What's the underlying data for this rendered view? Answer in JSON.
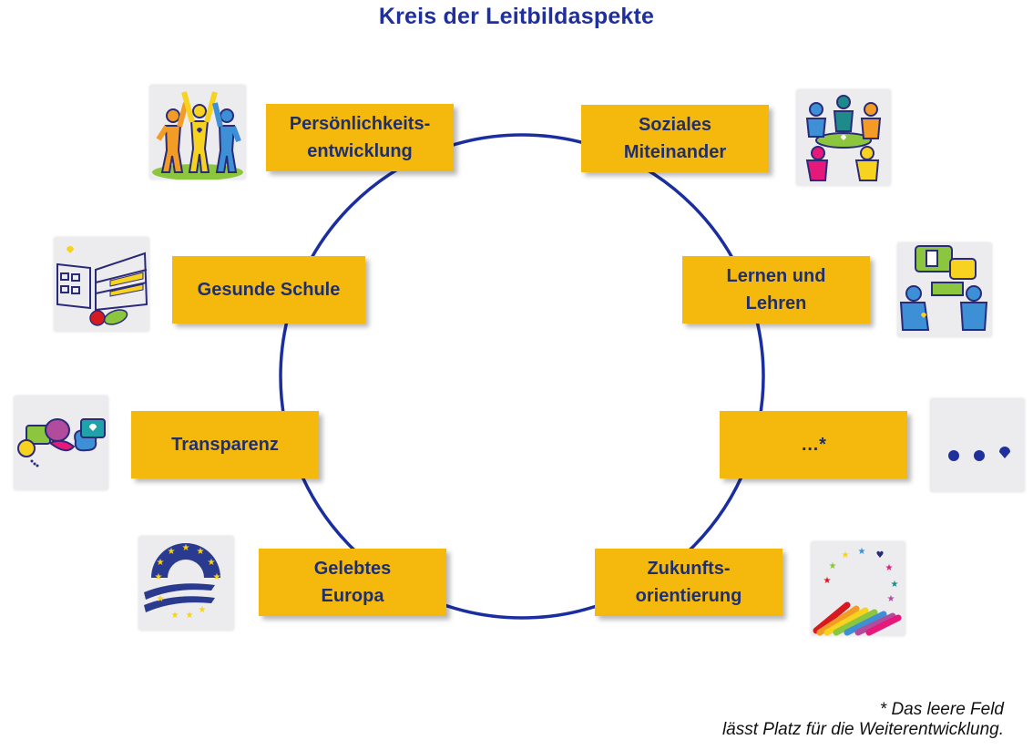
{
  "title": "Kreis der Leitbildaspekte",
  "aspects": [
    {
      "id": "persoenlichkeitsentwicklung",
      "lines": [
        "Persönlichkeits-",
        "entwicklung"
      ],
      "icon": "people-raising-arms-icon"
    },
    {
      "id": "soziales-miteinander",
      "lines": [
        "Soziales",
        "Miteinander"
      ],
      "icon": "people-circle-heart-icon"
    },
    {
      "id": "gesunde-schule",
      "lines": [
        "Gesunde Schule"
      ],
      "icon": "school-building-apple-icon"
    },
    {
      "id": "lernen-und-lehren",
      "lines": [
        "Lernen und",
        "Lehren"
      ],
      "icon": "people-speech-bubbles-icon"
    },
    {
      "id": "transparenz",
      "lines": [
        "Transparenz"
      ],
      "icon": "speech-bubbles-icon"
    },
    {
      "id": "leeres-feld",
      "lines": [
        "…*"
      ],
      "icon": "dots-heart-icon"
    },
    {
      "id": "gelebtes-europa",
      "lines": [
        "Gelebtes",
        "Europa"
      ],
      "icon": "euro-stars-icon"
    },
    {
      "id": "zukunftsorientierung",
      "lines": [
        "Zukunfts-",
        "orientierung"
      ],
      "icon": "rising-arrows-stars-icon"
    }
  ],
  "footnote": [
    "* Das leere Feld",
    "lässt Platz für die Weiterentwicklung."
  ],
  "colors": {
    "title": "#1f2f9c",
    "ring": "#1a2ea0",
    "box": "#f5b90d",
    "box_text": "#1f2f6e",
    "tile": "#ececee"
  }
}
